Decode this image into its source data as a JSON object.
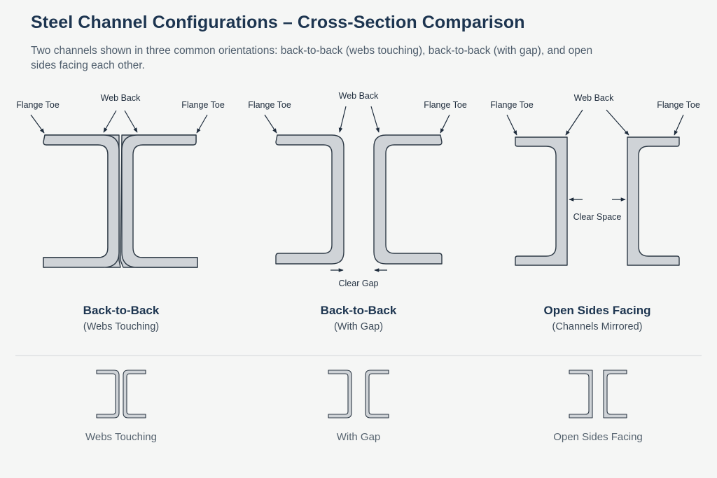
{
  "header": {
    "title": "Steel Channel Configurations – Cross-Section Comparison",
    "subtitle": "Two channels shown in three common orientations: back-to-back (webs touching), back-to-back (with gap), and open sides facing each other."
  },
  "panels": [
    {
      "labels": {
        "left": "Flange Toe",
        "center": "Web Back",
        "right": "Flange Toe"
      },
      "caption": "Back-to-Back",
      "subcaption": "(Webs Touching)"
    },
    {
      "labels": {
        "left": "Flange Toe",
        "center": "Web Back",
        "right": "Flange Toe"
      },
      "dimension": "Clear Gap",
      "caption": "Back-to-Back",
      "subcaption": "(With Gap)"
    },
    {
      "labels": {
        "left": "Flange Toe",
        "center": "Web Back",
        "right": "Flange Toe"
      },
      "dimension": "Clear Space",
      "caption": "Open Sides Facing",
      "subcaption": "(Channels Mirrored)"
    }
  ],
  "thumbnails": [
    {
      "label": "Webs Touching"
    },
    {
      "label": "With Gap"
    },
    {
      "label": "Open Sides Facing"
    }
  ],
  "colors": {
    "steel_fill": "#cfd3d7",
    "outline": "#2e3a46",
    "title": "#1d3550",
    "background": "#f5f6f5"
  }
}
